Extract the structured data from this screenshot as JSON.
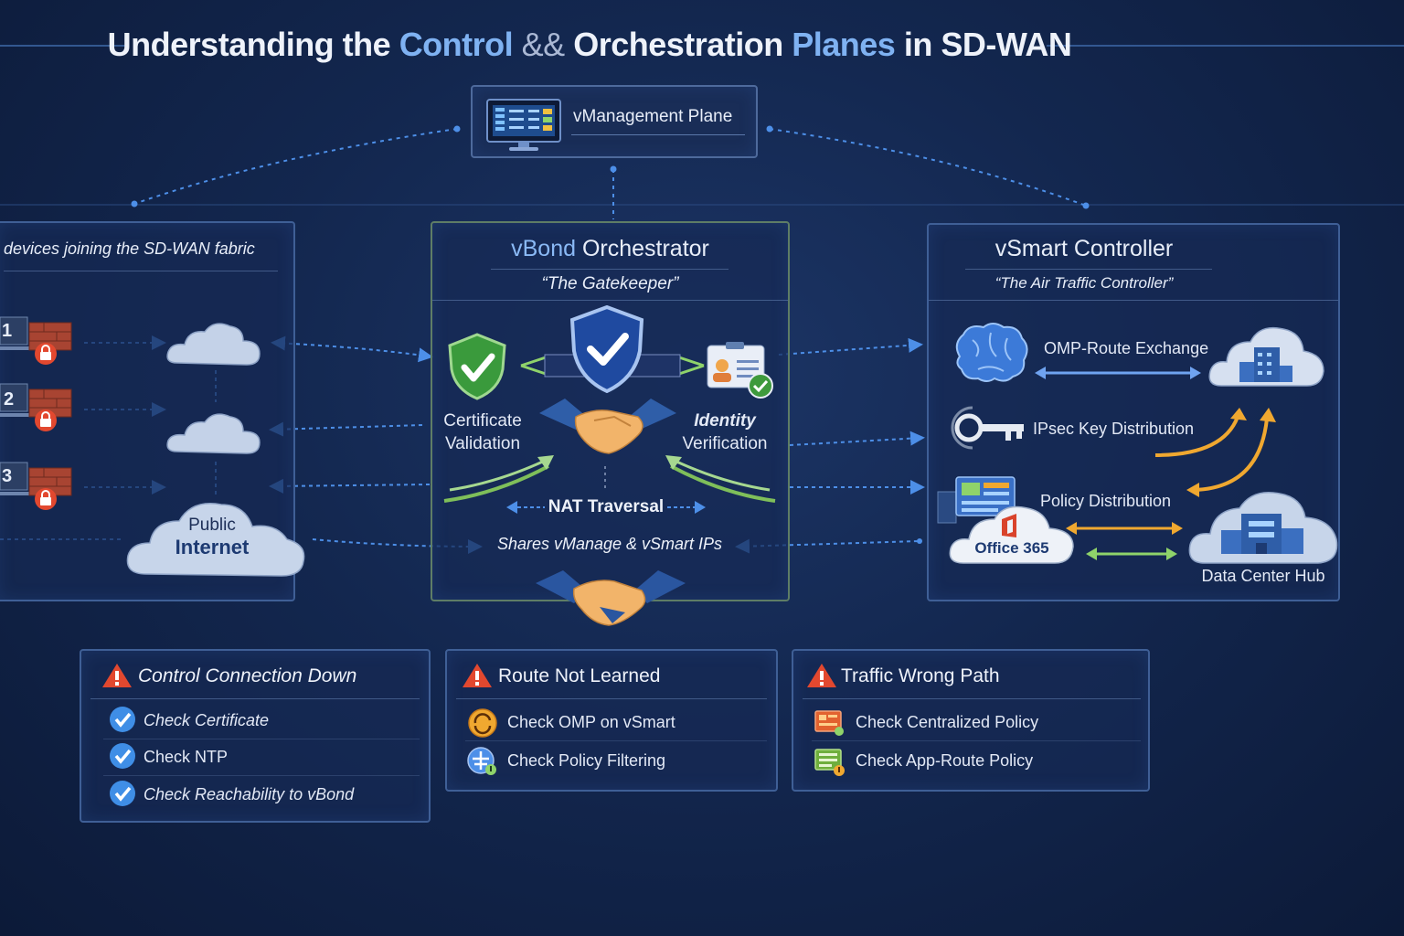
{
  "title": {
    "part1": "Understanding the ",
    "control": "Control",
    "amp": " && ",
    "orchestration": "Orchestration",
    "planes": " Planes",
    "part2": " in SD-WAN"
  },
  "vmanagement": {
    "label": "vManagement Plane",
    "icon": "monitor-dashboard-icon"
  },
  "edge_panel": {
    "heading": "devices joining the SD-WAN fabric",
    "devices": [
      "1",
      "2",
      "3"
    ],
    "cloud_label_1": "Public",
    "cloud_label_2": "Internet"
  },
  "vbond": {
    "title_hl": "vBond",
    "title_rest": " Orchestrator",
    "subtitle": "“The Gatekeeper”",
    "cert_label_1": "Certificate",
    "cert_label_2": "Validation",
    "identity_label_1": "Identity",
    "identity_label_2": "Verification",
    "nat_label": "NAT Traversal",
    "shares_label": "Shares vManage & vSmart IPs"
  },
  "vsmart": {
    "title": "vSmart Controller",
    "subtitle": "“The Air Traffic Controller”",
    "omp_label": "OMP-Route Exchange",
    "ipsec_label": "IPsec Key Distribution",
    "policy_label": "Policy Distribution",
    "office_label": "Office 365",
    "dc_label": "Data Center Hub"
  },
  "troubleshooting": [
    {
      "heading": "Control Connection Down",
      "items": [
        "Check Certificate",
        "Check NTP",
        "Check Reachability to vBond"
      ]
    },
    {
      "heading": "Route Not Learned",
      "items": [
        "Check OMP on vSmart",
        "Check Policy Filtering"
      ]
    },
    {
      "heading": "Traffic Wrong Path",
      "items": [
        "Check Centralized Policy",
        "Check App-Route Policy"
      ]
    }
  ],
  "colors": {
    "background": "#13274f",
    "accent_blue": "#7fb2f2",
    "dotted_line": "#4d8fe8",
    "warning": "#e2482f",
    "check": "#3f8ee6",
    "orange_arrow": "#f0a830",
    "green_arrow": "#8fd36a"
  }
}
